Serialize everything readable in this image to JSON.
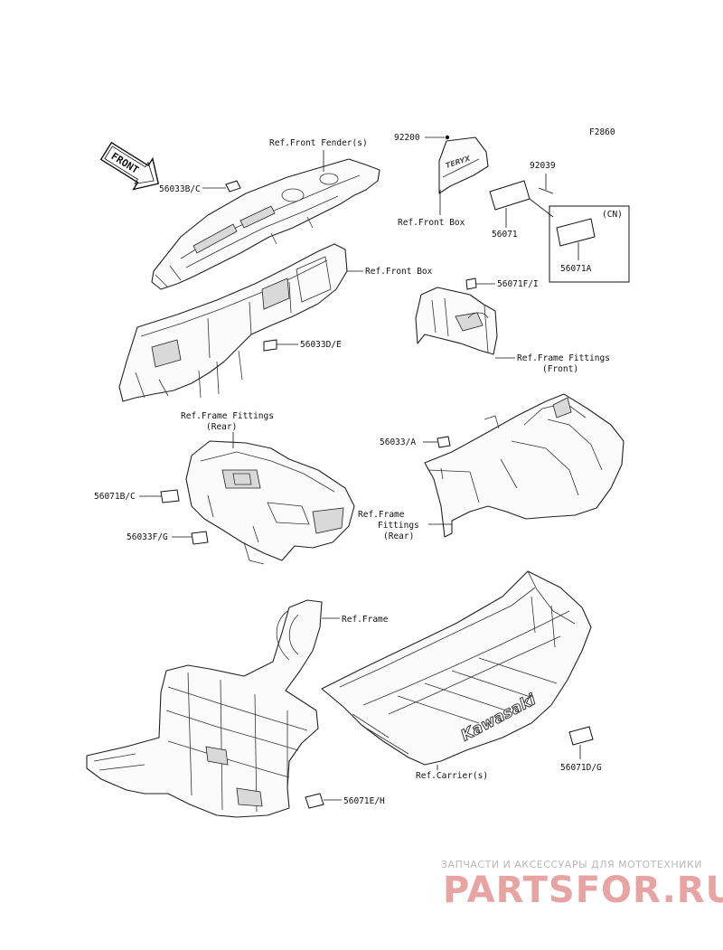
{
  "diagram_code": "F2860",
  "front_arrow_text": "FRONT",
  "labels": {
    "ref_front_fenders": "Ref.Front Fender(s)",
    "p56033BC": "56033B/C",
    "p92200": "92200",
    "p92039": "92039",
    "ref_front_box_1": "Ref.Front Box",
    "p56071": "56071",
    "cn": "(CN)",
    "p56071A": "56071A",
    "ref_front_box_2": "Ref.Front Box",
    "p56071FI": "56071F/I",
    "p56033DE": "56033D/E",
    "ref_frame_fittings_front_1": "Ref.Frame Fittings",
    "ref_frame_fittings_front_2": "(Front)",
    "ref_frame_fittings_rear_1": "Ref.Frame Fittings",
    "ref_frame_fittings_rear_2": "(Rear)",
    "p56033A": "56033/A",
    "p56071BC": "56071B/C",
    "ref_frame_fittings_rear_b1": "Ref.Frame",
    "ref_frame_fittings_rear_b2": "Fittings",
    "ref_frame_fittings_rear_b3": "(Rear)",
    "p56033FG": "56033F/G",
    "ref_frame": "Ref.Frame",
    "p56071DG": "56071D/G",
    "ref_carriers": "Ref.Carrier(s)",
    "p56071EH": "56071E/H",
    "box_decal_text": "TERYX",
    "carrier_brand": "Kawasaki"
  },
  "watermark": {
    "tagline": "ЗАПЧАСТИ И АКСЕССУАРЫ ДЛЯ МОТОТЕХНИКИ",
    "logo_a": "PARTS",
    "logo_b": "FOR.RU"
  }
}
